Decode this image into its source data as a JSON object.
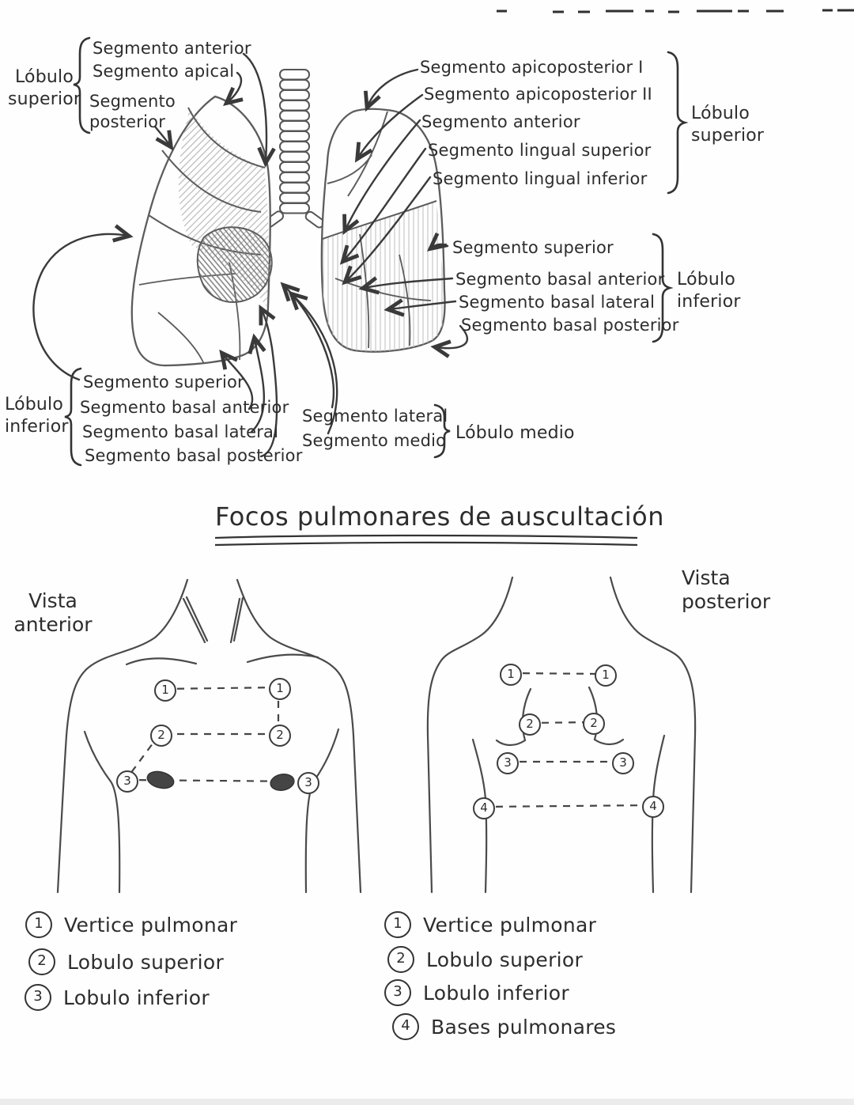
{
  "segment_labels": {
    "left_superior": {
      "lobe": "Lóbulo superior",
      "segments": [
        "Segmento anterior",
        "Segmento apical",
        "Segmento posterior"
      ]
    },
    "right_superior": {
      "lobe": "Lóbulo superior",
      "segments": [
        "Segmento apicoposterior I",
        "Segmento apicoposterior II",
        "Segmento anterior",
        "Segmento lingual superior",
        "Segmento lingual inferior"
      ]
    },
    "right_inferior": {
      "lobe": "Lóbulo inferior",
      "segments": [
        "Segmento superior",
        "Segmento basal anterior",
        "Segmento basal lateral",
        "Segmento basal posterior"
      ]
    },
    "left_inferior": {
      "lobe": "Lóbulo inferior",
      "segments": [
        "Segmento superior",
        "Segmento basal anterior",
        "Segmento basal lateral",
        "Segmento basal posterior"
      ]
    },
    "middle": {
      "lobe": "Lóbulo medio",
      "segments": [
        "Segmento lateral",
        "Segmento medio"
      ]
    }
  },
  "auscultation": {
    "title": "Focos pulmonares de auscultación",
    "anterior_view_label": "Vista anterior",
    "posterior_view_label": "Vista posterior",
    "anterior_points": [
      "1",
      "1",
      "2",
      "2",
      "3",
      "3"
    ],
    "posterior_points": [
      "1",
      "1",
      "2",
      "2",
      "3",
      "3",
      "4",
      "4"
    ],
    "anterior_legend": [
      {
        "num": "1",
        "label": "Vertice pulmonar"
      },
      {
        "num": "2",
        "label": "Lobulo superior"
      },
      {
        "num": "3",
        "label": "Lobulo inferior"
      }
    ],
    "posterior_legend": [
      {
        "num": "1",
        "label": "Vertice pulmonar"
      },
      {
        "num": "2",
        "label": "Lobulo superior"
      },
      {
        "num": "3",
        "label": "Lobulo inferior"
      },
      {
        "num": "4",
        "label": "Bases pulmonares"
      }
    ]
  },
  "colors": {
    "ink": "#3a3a3a",
    "paper": "#fefefe"
  }
}
